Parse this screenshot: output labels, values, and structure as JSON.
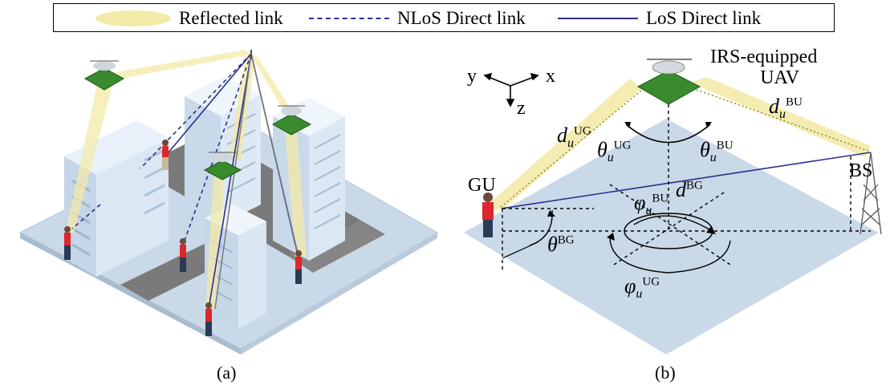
{
  "legend": {
    "reflected": "Reflected link",
    "nlos": "NLoS Direct link",
    "los": "LoS Direct link"
  },
  "panel_a": {
    "caption": "(a)"
  },
  "panel_b": {
    "caption": "(b)",
    "axis_y": "y",
    "axis_x": "x",
    "axis_z": "z",
    "uav_label_line1": "IRS-equipped",
    "uav_label_line2": "UAV",
    "bs_label": "BS",
    "gu_label": "GU",
    "d_ug": "d",
    "d_ug_sub": "u",
    "d_ug_sup": "UG",
    "d_bu": "d",
    "d_bu_sub": "u",
    "d_bu_sup": "BU",
    "d_bg": "d",
    "d_bg_sup": "BG",
    "theta_ug": "θ",
    "theta_ug_sub": "u",
    "theta_ug_sup": "UG",
    "theta_bu": "θ",
    "theta_bu_sub": "u",
    "theta_bu_sup": "BU",
    "theta_bg": "θ",
    "theta_bg_sup": "BG",
    "phi_bu": "φ",
    "phi_bu_sub": "u",
    "phi_bu_sup": "BU",
    "phi_ug": "φ",
    "phi_ug_sub": "u",
    "phi_ug_sup": "UG"
  },
  "colors": {
    "reflected_beam": "#f3eaa8",
    "link_blue": "#2a2f8f",
    "ground": "#c9d9e8",
    "building": "#d6e6f4",
    "road": "#7a7a7a",
    "irs_green": "#3a8a2e",
    "person_red": "#e0262a"
  }
}
